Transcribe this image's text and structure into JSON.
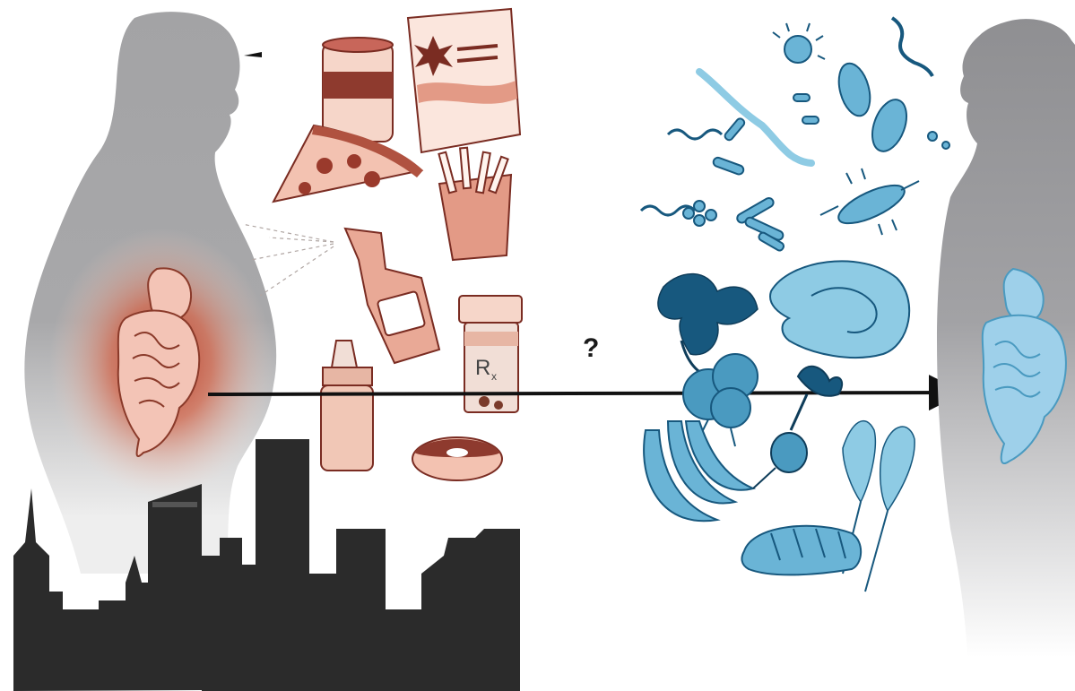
{
  "labels": {
    "question_mark": "?",
    "rx_symbol": "R",
    "rx_subscript": "x"
  },
  "colors": {
    "silhouette_gray": "#a9a9ab",
    "gut_red_glow": "#c24a2e",
    "processed_fill": "#f6d6c9",
    "processed_stroke": "#7a2c22",
    "processed_accent": "#c8665a",
    "healthy_light": "#8ecbe4",
    "healthy_mid": "#4a9ac0",
    "healthy_dark": "#17587e",
    "skyline": "#2b2b2b",
    "arrow": "#111111"
  },
  "left_group": {
    "items": [
      "obese-person-silhouette",
      "inflamed-gut",
      "city-skyline",
      "soda-can",
      "chip-bag",
      "pizza-slice",
      "french-fries",
      "spray-bottle",
      "medicine-bottle",
      "baby-bottle",
      "donut"
    ]
  },
  "right_group": {
    "items": [
      "lean-person-silhouette",
      "healthy-gut",
      "microbes",
      "leafy-plant",
      "radishes",
      "salmon-steak",
      "bananas",
      "beet",
      "wheat",
      "bread-loaf"
    ]
  }
}
